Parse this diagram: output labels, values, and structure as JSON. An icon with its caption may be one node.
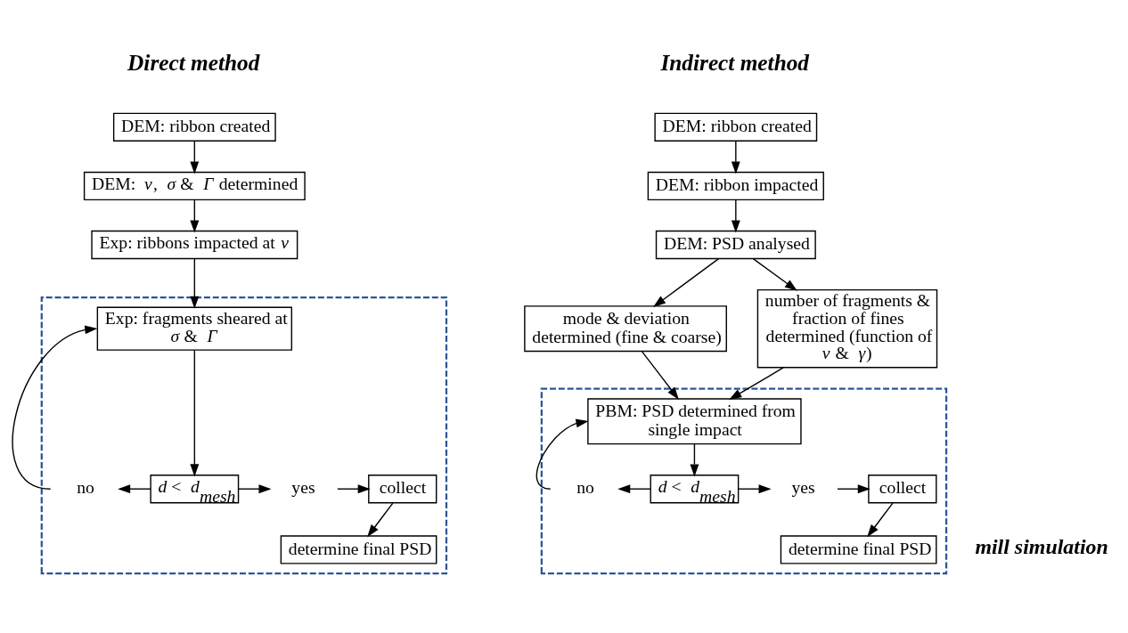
{
  "diagram": {
    "nodes": [
      {
        "text": [
          "DEM: ribbon created"
        ]
      },
      {
        "text": [
          "DEM: *v*, *σ* & *Γ* determined"
        ]
      },
      {
        "text": [
          "Exp: ribbons impacted at *v*"
        ]
      },
      {
        "text": [],
        "shape": "box"
      },
      {
        "text": [
          "Exp: fragments sheared at *σ* & *Γ*"
        ],
        "in": 3
      },
      {
        "text": [
          "*d* < *d*$_{mesh}$"
        ],
        "in": 3
      },
      {
        "text": [
          "no"
        ],
        "in": 3
      },
      {
        "text": [
          "yes"
        ],
        "in": 3
      },
      {
        "text": [
          "collect"
        ],
        "in": 3
      },
      {
        "text": [
          "determine final PSD"
        ],
        "in": 3
      },
      {
        "text": [
          "DEM: ribbon created"
        ]
      },
      {
        "text": [
          "DEM: ribbon impacted"
        ]
      },
      {
        "text": [
          "DEM: PSD analysed"
        ]
      },
      {
        "text": [
          "mode & deviation determined (fine & coarse)"
        ]
      },
      {
        "text": [
          "number of fragments & fraction of fines determined (function of *v* & *γ*)"
        ]
      },
      {
        "text": [],
        "shape": "box"
      },
      {
        "text": [
          "PBM: PSD determined from single impact"
        ],
        "in": 15
      },
      {
        "text": [
          "*d* < *d*$_{mesh}$"
        ],
        "in": 15
      },
      {
        "text": [
          "no"
        ],
        "in": 15
      },
      {
        "text": [
          "yes"
        ],
        "in": 15
      },
      {
        "text": [
          "collect"
        ],
        "in": 15
      },
      {
        "text": [
          "determine final PSD"
        ],
        "in": 15
      }
    ],
    "edges": [
      {
        "from": 0,
        "to": 1,
        "arrow": "to"
      },
      {
        "from": 1,
        "to": 2,
        "arrow": "to"
      },
      {
        "from": 2,
        "to": 4,
        "arrow": "to"
      },
      {
        "from": 4,
        "to": 5,
        "arrow": "to"
      },
      {
        "from": 5,
        "to": 6,
        "arrow": "to"
      },
      {
        "from": 6,
        "to": 4,
        "arrow": "to"
      },
      {
        "from": 5,
        "to": 7,
        "arrow": "to"
      },
      {
        "from": 7,
        "to": 8,
        "arrow": "to"
      },
      {
        "from": 8,
        "to": 9,
        "arrow": "to"
      },
      {
        "from": 10,
        "to": 11,
        "arrow": "to"
      },
      {
        "from": 11,
        "to": 12,
        "arrow": "to"
      },
      {
        "from": 12,
        "to": 13,
        "arrow": "to"
      },
      {
        "from": 12,
        "to": 14,
        "arrow": "to"
      },
      {
        "from": 13,
        "to": 16,
        "arrow": "to"
      },
      {
        "from": 14,
        "to": 16,
        "arrow": "to"
      },
      {
        "from": 16,
        "to": 17,
        "arrow": "to"
      },
      {
        "from": 17,
        "to": 18,
        "arrow": "to"
      },
      {
        "from": 18,
        "to": 16,
        "arrow": "to"
      },
      {
        "from": 17,
        "to": 19,
        "arrow": "to"
      },
      {
        "from": 19,
        "to": 20,
        "arrow": "to"
      },
      {
        "from": 20,
        "to": 21,
        "arrow": "to"
      }
    ],
    "labels": [
      "Direct method",
      "Indirect method",
      "mill simulation"
    ]
  }
}
